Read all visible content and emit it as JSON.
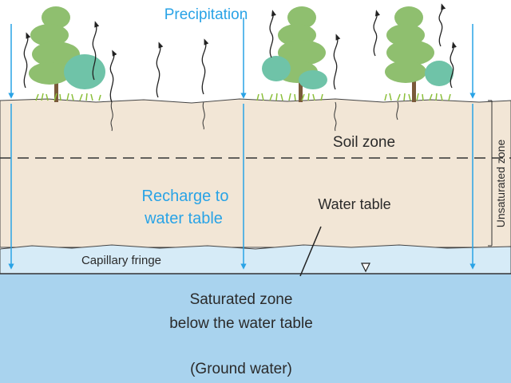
{
  "labels": {
    "precipitation": "Precipitation",
    "soil_zone": "Soil zone",
    "recharge_line1": "Recharge to",
    "recharge_line2": "water table",
    "water_table": "Water table",
    "capillary_fringe": "Capillary fringe",
    "unsaturated_zone": "Unsaturated zone",
    "saturated_line1": "Saturated zone",
    "saturated_line2": "below the water table",
    "ground_water": "(Ground water)"
  },
  "colors": {
    "sky": "#ffffff",
    "soil": "#f2e6d6",
    "capillary_fringe": "#d6ebf7",
    "saturated": "#a9d3ee",
    "precipitation_arrow": "#29a3e6",
    "tree_foliage": "#8fbf6f",
    "shrub_foliage": "#6fc3a8",
    "grass": "#8bbf3a",
    "outline": "#333333"
  }
}
